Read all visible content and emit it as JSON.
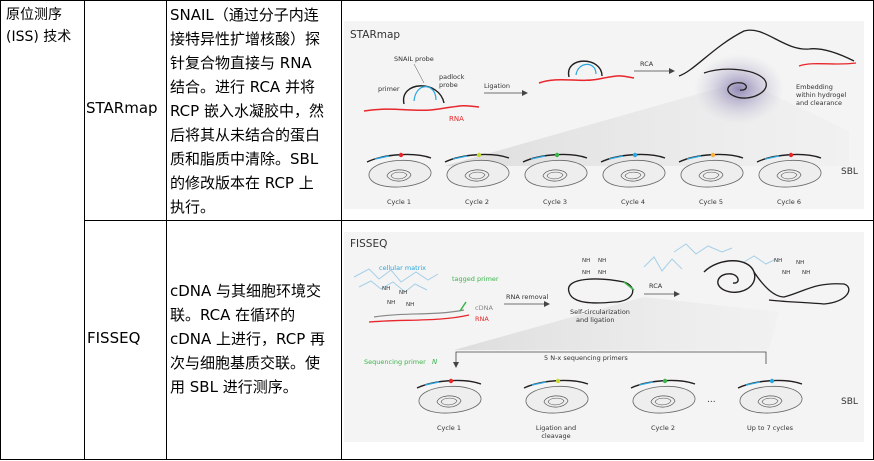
{
  "table": {
    "category": "原位测序\n(ISS) 技术",
    "rows": [
      {
        "method": "STARmap",
        "description": "SNAIL（通过分子内连\n接特异性扩增核酸）探\n针复合物直接与 RNA\n结合。进行 RCA 并将\nRCP 嵌入水凝胶中，然\n后将其从未结合的蛋白\n质和脂质中清除。SBL\n的修改版本在 RCP 上\n执行。",
        "figure": {
          "title": "STARmap",
          "snail_probe": "SNAIL probe",
          "primer": "primer",
          "padlock_probe": "padlock\nprobe",
          "rna": "RNA",
          "ligation": "Ligation",
          "rca": "RCA",
          "embedding": "Embedding\nwithin hydrogel\nand clearance",
          "sbl": "SBL",
          "cycles": [
            "Cycle 1",
            "Cycle 2",
            "Cycle 3",
            "Cycle 4",
            "Cycle 5",
            "Cycle 6"
          ]
        }
      },
      {
        "method": "FISSEQ",
        "description": "cDNA 与其细胞环境交\n联。RCA 在循环的\ncDNA 上进行，RCP 再\n次与细胞基质交联。使\n用 SBL 进行测序。",
        "figure": {
          "title": "FISSEQ",
          "cellular_matrix": "cellular matrix",
          "tagged_primer": "tagged primer",
          "nh": "NH",
          "cdna": "cDNA",
          "rna": "RNA",
          "rna_removal": "RNA removal",
          "self_circ": "Self-circularization\nand ligation",
          "rca": "RCA",
          "sequencing_primer": "Sequencing primer",
          "n_label": "N",
          "nx_primers": "5 N-x sequencing primers",
          "sbl": "SBL",
          "dots": "...",
          "cycles": [
            "Cycle 1",
            "Ligation and\ncleavage",
            "Cycle 2",
            "Up to 7 cycles"
          ]
        }
      }
    ]
  },
  "colors": {
    "rna_red": "#e8262b",
    "probe_blue": "#2aa7df",
    "tag_green": "#39b54a",
    "strand_dark": "#231f20",
    "matrix_blue": "#9ecbe8",
    "panel_bg": "#f3f4f3"
  }
}
